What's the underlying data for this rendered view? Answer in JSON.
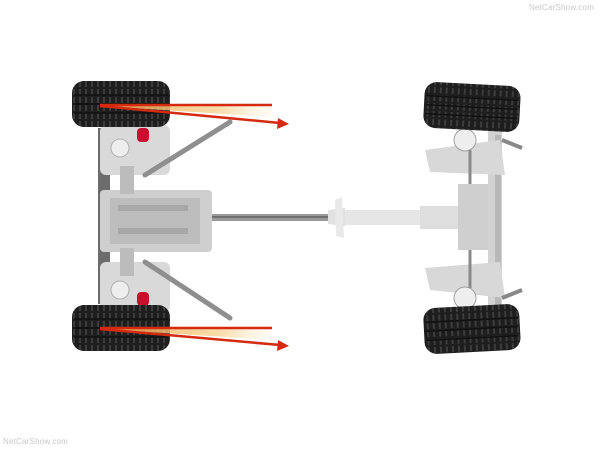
{
  "image": {
    "subject": "chassis-drivetrain-top-view",
    "description": "Top-down cutaway of car chassis showing rear axle with gearbox, propshaft and front subframe, with rear-wheel steering angle arrows",
    "background": "#ffffff"
  },
  "watermarks": {
    "top_right": "NetCarShow.com",
    "bottom_left": "NetCarShow.com"
  },
  "colors": {
    "tire": "#1c1c1c",
    "tire_tread": "#3a3a3a",
    "component": "#d6d6d6",
    "component_dark": "#a8a8a8",
    "arrow": "#d42a10",
    "arrow_glow": "#f7c67a",
    "brake_caliper": "#c8102e"
  },
  "wheels": [
    {
      "id": "rear-left",
      "position": "left-top"
    },
    {
      "id": "rear-right",
      "position": "left-bottom"
    },
    {
      "id": "front-left",
      "position": "right-top"
    },
    {
      "id": "front-right",
      "position": "right-bottom"
    }
  ],
  "arrows": [
    {
      "id": "steer-arrow-top",
      "meaning": "rear wheel steering angle"
    },
    {
      "id": "steer-arrow-bottom",
      "meaning": "rear wheel steering angle"
    }
  ]
}
